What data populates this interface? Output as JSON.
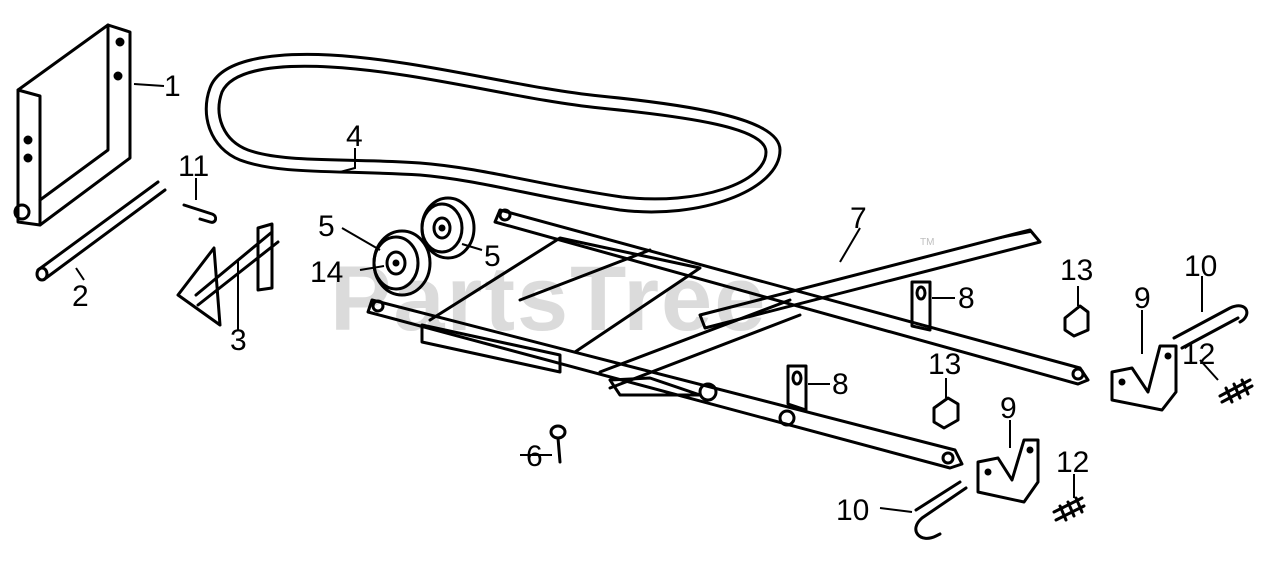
{
  "diagram": {
    "watermark": "PartsTree",
    "watermark_mark": "TM",
    "callouts": {
      "c1": "1",
      "c2": "2",
      "c3": "3",
      "c4": "4",
      "c5a": "5",
      "c5b": "5",
      "c6": "6",
      "c7": "7",
      "c8a": "8",
      "c8b": "8",
      "c9a": "9",
      "c9b": "9",
      "c10a": "10",
      "c10b": "10",
      "c11": "11",
      "c12a": "12",
      "c12b": "12",
      "c13a": "13",
      "c13b": "13",
      "c14": "14"
    }
  }
}
